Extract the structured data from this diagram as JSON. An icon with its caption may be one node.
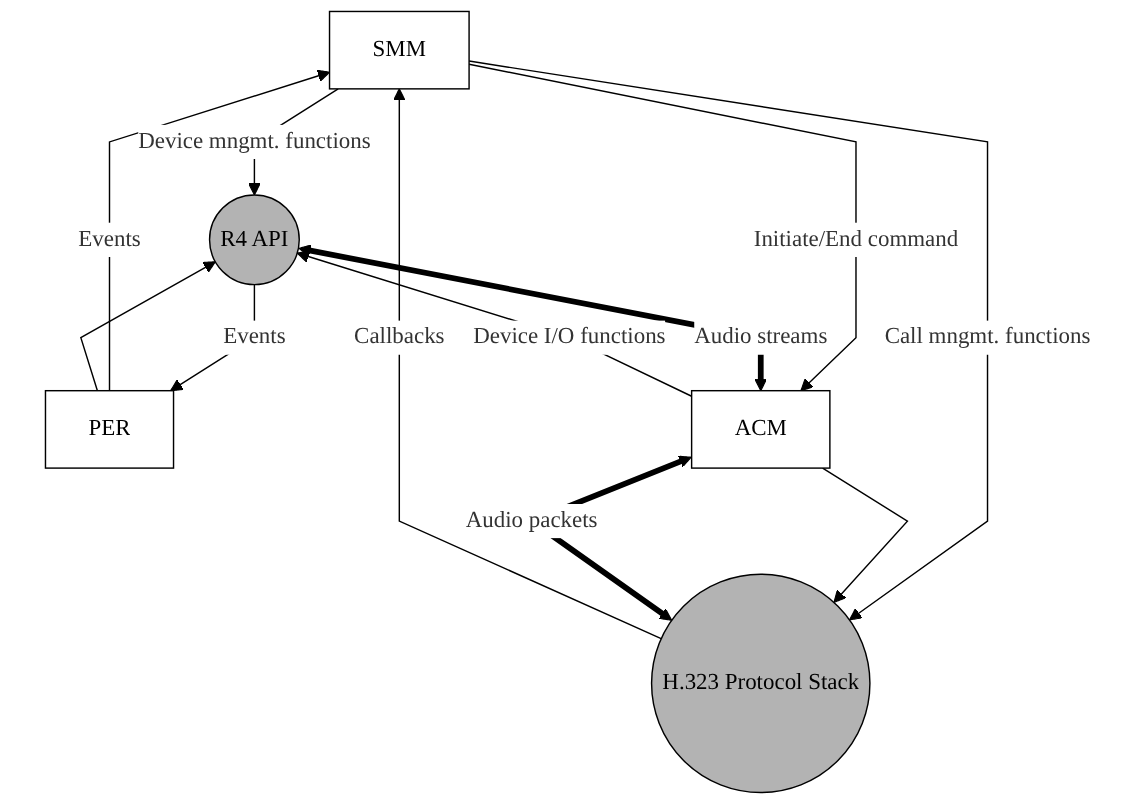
{
  "diagram": {
    "nodes": [
      {
        "text": [
          "SMM"
        ]
      },
      {
        "text": [
          "PER"
        ]
      },
      {
        "text": [
          "ACM"
        ]
      },
      {
        "text": [
          "R4 API"
        ]
      },
      {
        "text": [
          "H.323 Protocol Stack"
        ]
      }
    ],
    "edges": [
      {
        "from": 1,
        "to": 0,
        "arrow": "to",
        "label": "Events"
      },
      {
        "from": 0,
        "to": 3,
        "arrow": "to",
        "label": "Device mngmt. functions"
      },
      {
        "from": 0,
        "to": 2,
        "arrow": "to",
        "label": "Initiate/End command"
      },
      {
        "from": 0,
        "to": 4,
        "arrow": "to",
        "label": "Call mngmt. functions"
      },
      {
        "from": 4,
        "to": 0,
        "arrow": "to",
        "label": "Callbacks"
      },
      {
        "from": 1,
        "to": 3,
        "arrow": "to"
      },
      {
        "from": 3,
        "to": 1,
        "arrow": "to",
        "label": "Events"
      },
      {
        "from": 2,
        "to": 3,
        "arrow": "to",
        "label": "Device I/O functions"
      },
      {
        "from": 3,
        "to": 2,
        "arrow": "both",
        "style": "thick",
        "label": "Audio streams"
      },
      {
        "from": 2,
        "to": 4,
        "arrow": "to"
      },
      {
        "from": 2,
        "to": 4,
        "arrow": "both",
        "style": "thick",
        "label": "Audio packets"
      }
    ]
  }
}
